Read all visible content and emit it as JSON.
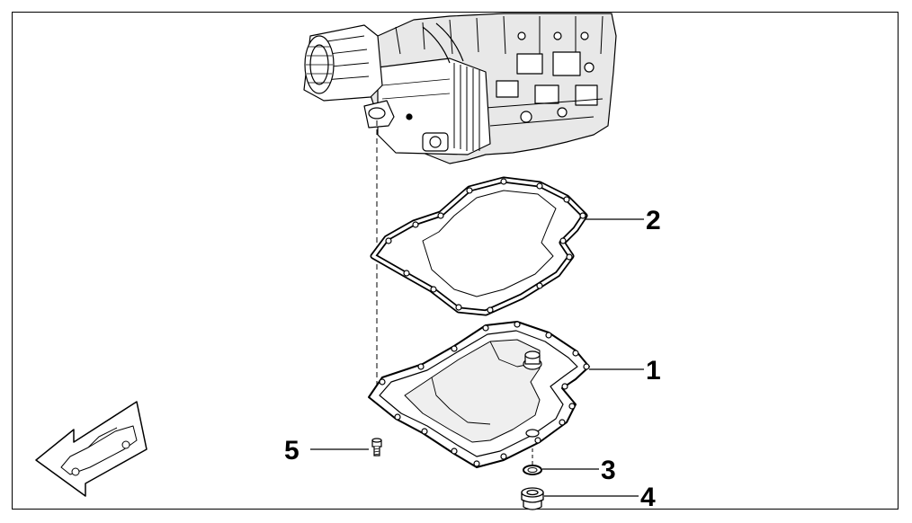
{
  "colors": {
    "line": "#000000",
    "background": "#ffffff",
    "shade": "#d9d9d9"
  },
  "callouts": [
    {
      "id": "1",
      "label": "1",
      "part": "oil-pan"
    },
    {
      "id": "2",
      "label": "2",
      "part": "oil-pan-gasket"
    },
    {
      "id": "3",
      "label": "3",
      "part": "drain-plug-seal-ring"
    },
    {
      "id": "4",
      "label": "4",
      "part": "drain-plug"
    },
    {
      "id": "5",
      "label": "5",
      "part": "oil-pan-bolt"
    }
  ],
  "icons": {
    "direction": "vehicle-direction-arrow-icon"
  }
}
